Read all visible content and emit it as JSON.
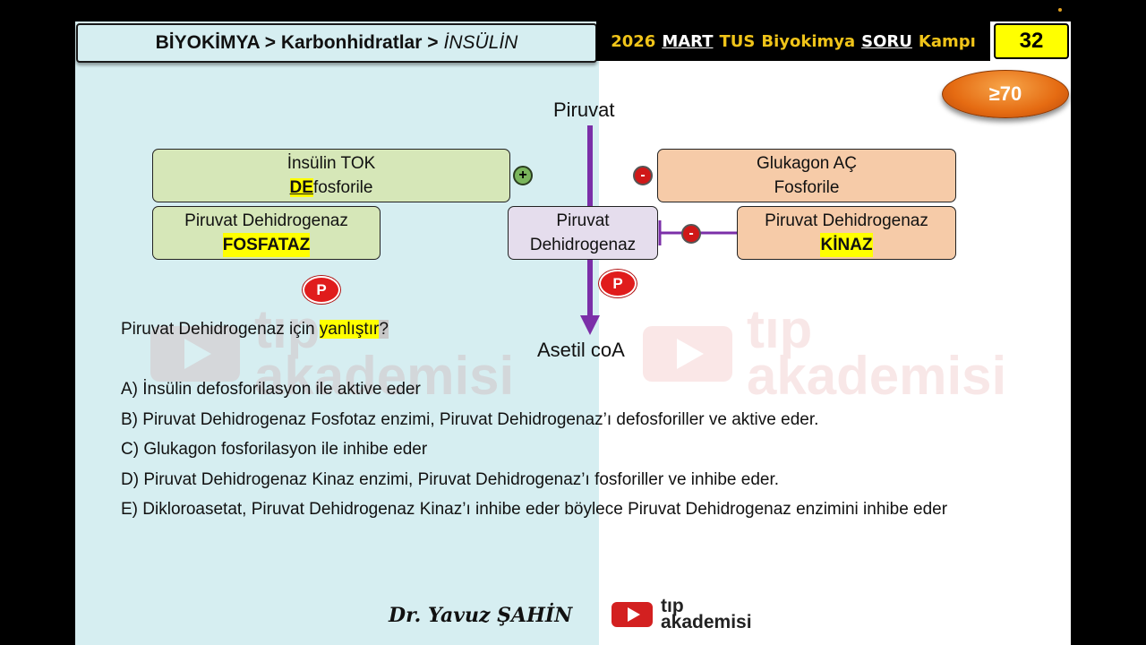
{
  "header": {
    "breadcrumb_main": "BİYOKİMYA > Karbonhidratlar >",
    "breadcrumb_topic": "İNSÜLİN",
    "camp": {
      "year": "2026",
      "month": "MART",
      "exam": "TUS",
      "subject": "Biyokimya",
      "type": "SORU",
      "suffix": "Kampı"
    },
    "page_number": "32",
    "level": "≥70"
  },
  "diagram": {
    "top_label": "Piruvat",
    "bottom_label": "Asetil coA",
    "center_box": {
      "line1": "Piruvat",
      "line2": "Dehidrogenaz"
    },
    "insulin_box": {
      "line1": "İnsülin TOK",
      "line2_prefix": "DE",
      "line2_suffix": "fosforile"
    },
    "phosphatase_box": {
      "line1": "Piruvat Dehidrogenaz",
      "line2": "FOSFATAZ"
    },
    "glucagon_box": {
      "line1": "Glukagon AÇ",
      "line2": "Fosforile"
    },
    "kinase_box": {
      "line1": "Piruvat Dehidrogenaz",
      "line2": "KİNAZ"
    },
    "plus_sign": "+",
    "minus_sign": "-",
    "phosphate_badge": "P"
  },
  "question": {
    "text_prefix": "Piruvat Dehidrogenaz için ",
    "text_highlight": "yanlıştır",
    "text_suffix": "?",
    "options": [
      "A) İnsülin defosforilasyon ile aktive eder",
      "B) Piruvat Dehidrogenaz Fosfotaz enzimi, Piruvat Dehidrogenaz’ı defosforiller ve aktive eder.",
      "C) Glukagon fosforilasyon ile inhibe eder",
      "D) Piruvat Dehidrogenaz Kinaz enzimi, Piruvat Dehidrogenaz’ı fosforiller ve inhibe eder.",
      "E) Dikloroasetat, Piruvat Dehidrogenaz Kinaz’ı inhibe eder böylece Piruvat Dehidrogenaz enzimini inhibe eder"
    ]
  },
  "footer": {
    "author": "Dr. Yavuz ŞAHİN",
    "logo_line1": "tıp",
    "logo_line2": "akademisi"
  },
  "colors": {
    "left_panel": "#d6eef1",
    "green_box": "#d6e7b8",
    "peach_box": "#f6cba8",
    "lavender_box": "#e5dded",
    "arrow": "#7b2fa8",
    "highlight": "#ffff00",
    "badge_red": "#e01c1c",
    "camp_text": "#f0c419"
  }
}
